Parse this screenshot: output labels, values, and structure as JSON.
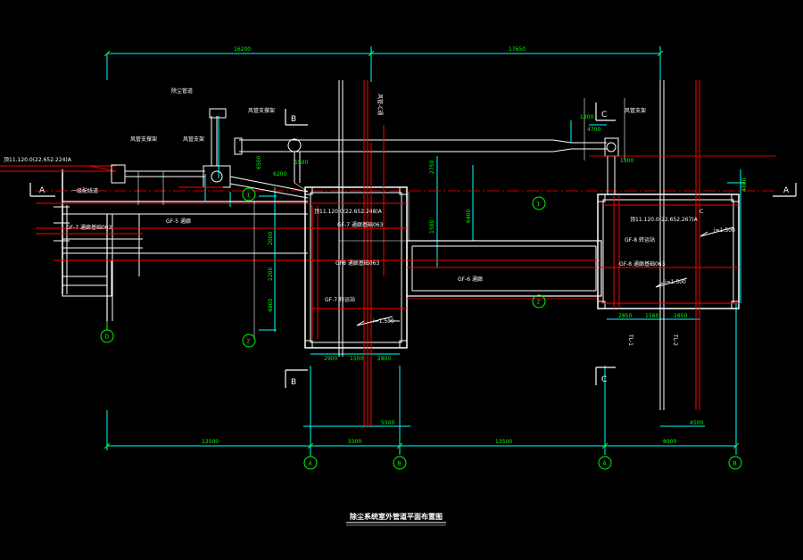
{
  "drawing": {
    "title": "除尘系统室外管道平面布置图",
    "section_markers": {
      "left": "A",
      "right": "A",
      "b_top": "B",
      "b_bottom": "B",
      "c_top": "C",
      "c_bottom": "C"
    },
    "axis_bubbles": {
      "bottom": [
        "A",
        "B",
        "A",
        "B"
      ],
      "left": "D",
      "row_1_left": "1",
      "row_2_left": "2",
      "row_1_right": "1",
      "row_2_right": "2"
    },
    "dimensions": {
      "top_left": "16200",
      "top_right": "17650",
      "bottom": [
        "12500",
        "5500",
        "13500",
        "8000"
      ],
      "b_tower": [
        "2900",
        "1500",
        "2800"
      ],
      "c_tower": [
        "2850",
        "1560",
        "2850"
      ],
      "misc": [
        "1300",
        "4700",
        "6200",
        "1500",
        "1500",
        "4800",
        "2750",
        "6400",
        "6500",
        "1500",
        "2000",
        "2200",
        "4800",
        "5500",
        "4500"
      ]
    },
    "labels": {
      "left_pipe_elevation": "顶11.120.0(22.652.224)A",
      "b_pipe_elevation": "顶11.120.0(22.652.248)A",
      "c_pipe_elevation": "顶11.120.0(22.652.267)A",
      "gf5": "GF-5 通廊",
      "gf6": "GF-6 通廊",
      "gf7": "GF-7 通廊基础063",
      "gf7_box": "GF-7 转运站",
      "gf8": "GF-8 转运站",
      "gf8_base": "GF-8 通廊基础063",
      "gf_main": "GF8 通廊基础063",
      "gf_c_main": "GF-8 通廊基础063",
      "gf7_left": "GF-7 通廊基础063",
      "slope_b": "i=1.500",
      "slope_c1": "i=1.500",
      "slope_c2": "i=1.500",
      "left_road": "一级配线道",
      "fan_note_1": "除尘管道",
      "fan_note_2": "风管支撑架",
      "fan_note_3": "风管支架",
      "fan_note_4": "风管支撑架",
      "c_note": "风管支架",
      "col_tl1": "TL-1",
      "col_tl2": "TL-2",
      "col_c_note": "风管-C通",
      "c_flag": "C"
    }
  }
}
